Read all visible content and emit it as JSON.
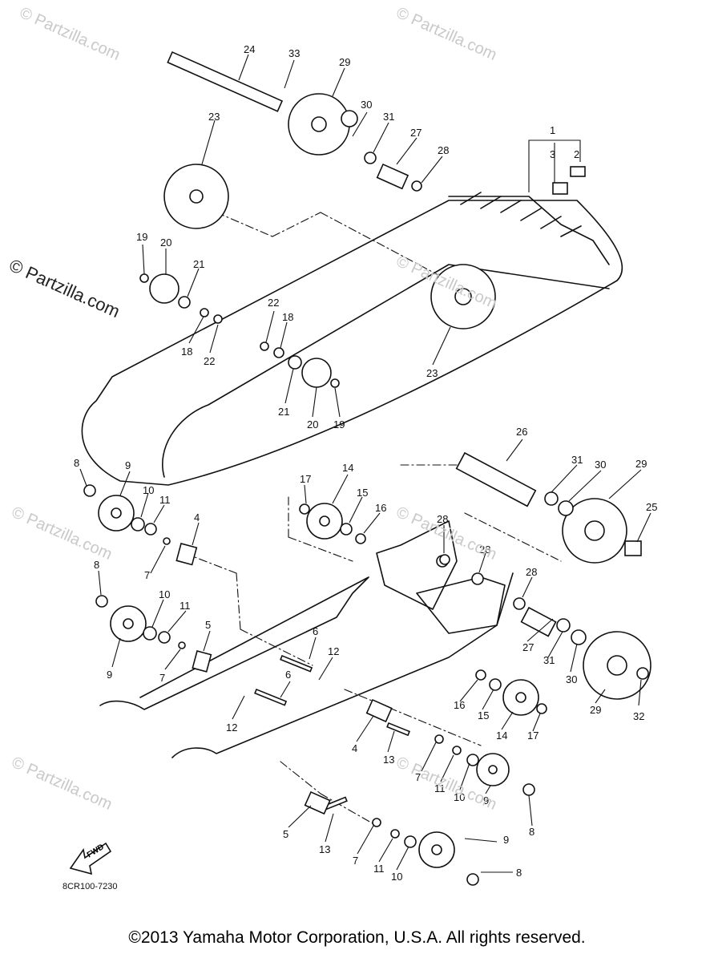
{
  "watermarks": {
    "text": "© Partzilla.com",
    "main": "© Partzilla.com"
  },
  "diagram_code": "8CR100-7230",
  "fwd_label": "FWD",
  "copyright": "©2013  Yamaha Motor Corporation, U.S.A. All rights reserved.",
  "callouts": [
    "24",
    "33",
    "29",
    "30",
    "31",
    "27",
    "28",
    "23",
    "1",
    "3",
    "2",
    "19",
    "20",
    "21",
    "22",
    "18",
    "18",
    "22",
    "23",
    "21",
    "20",
    "19",
    "26",
    "31",
    "30",
    "29",
    "25",
    "8",
    "9",
    "10",
    "11",
    "4",
    "17",
    "14",
    "15",
    "16",
    "28",
    "28",
    "28",
    "7",
    "8",
    "10",
    "11",
    "5",
    "27",
    "31",
    "30",
    "9",
    "7",
    "6",
    "12",
    "6",
    "16",
    "15",
    "14",
    "17",
    "32",
    "29",
    "12",
    "4",
    "13",
    "7",
    "11",
    "10",
    "9",
    "8",
    "5",
    "13",
    "7",
    "11",
    "10",
    "9",
    "8"
  ]
}
